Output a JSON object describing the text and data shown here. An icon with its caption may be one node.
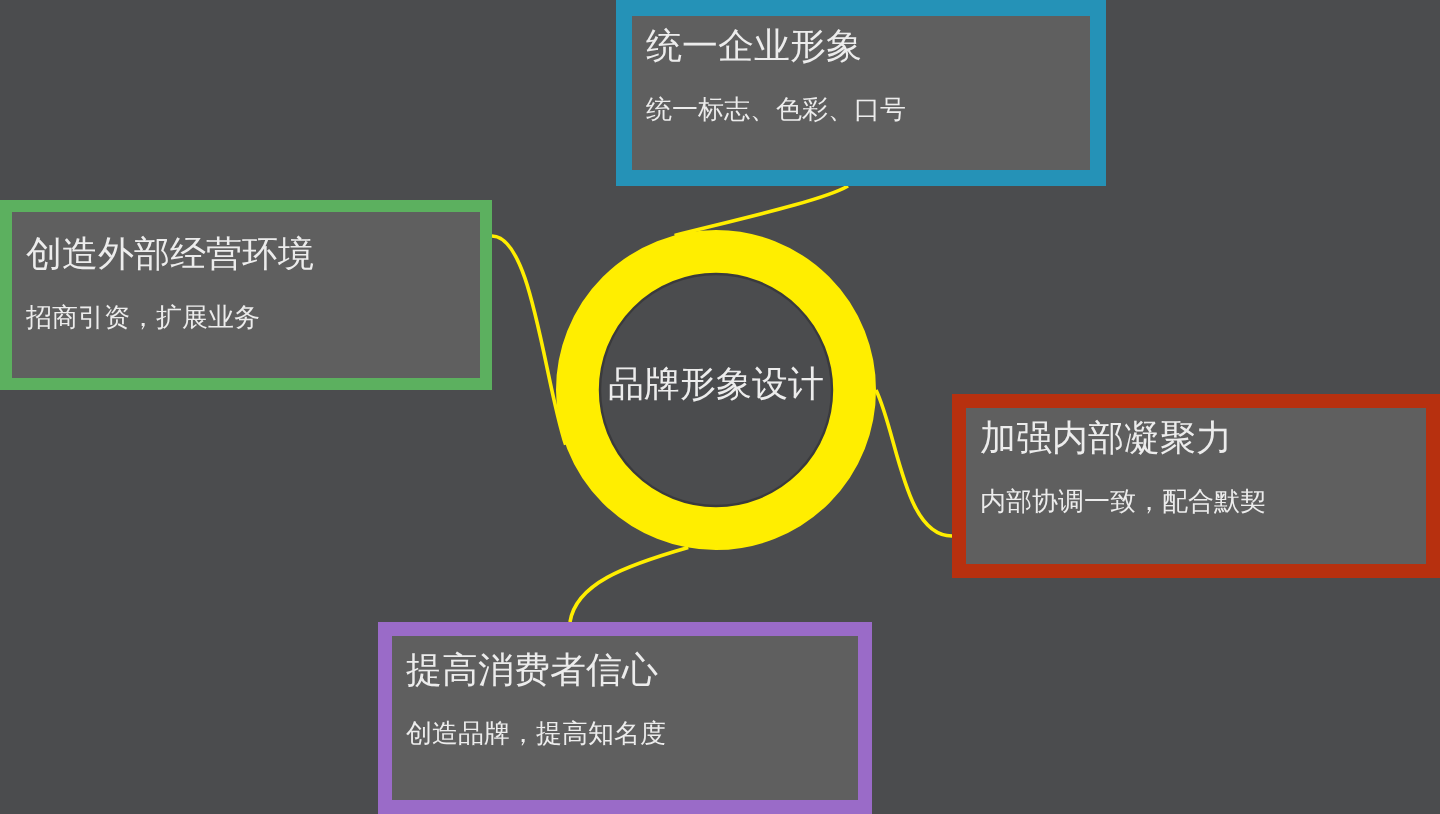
{
  "diagram": {
    "nodes": [
      {
        "text": [
          "统一企业形象",
          "统一标志、色彩、口号"
        ]
      },
      {
        "text": [
          "创造外部经营环境",
          "招商引资，扩展业务"
        ]
      },
      {
        "text": [
          "品牌形象设计"
        ]
      },
      {
        "text": [
          "加强内部凝聚力",
          "内部协调一致，配合默契"
        ]
      },
      {
        "text": [
          "提高消费者信心",
          "创造品牌，提高知名度"
        ]
      }
    ],
    "edges": [
      {
        "from": 2,
        "to": 0,
        "arrow": "none"
      },
      {
        "from": 2,
        "to": 1,
        "arrow": "none"
      },
      {
        "from": 2,
        "to": 3,
        "arrow": "none"
      },
      {
        "from": 2,
        "to": 4,
        "arrow": "none"
      }
    ]
  }
}
